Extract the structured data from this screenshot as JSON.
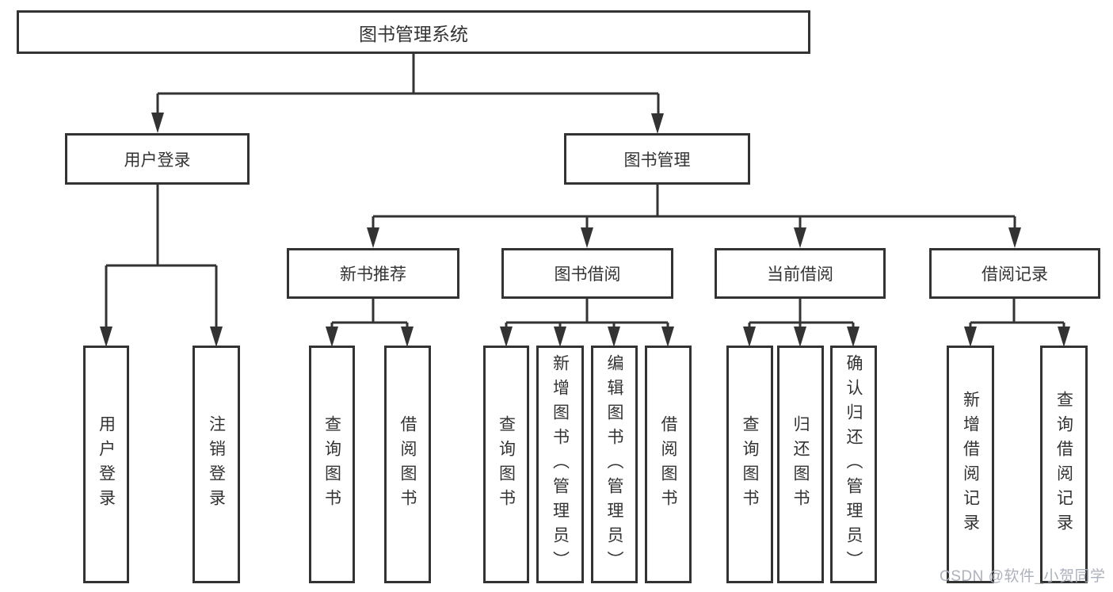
{
  "tree": {
    "label": "图书管理系统",
    "children": [
      {
        "label": "用户登录",
        "children": [
          {
            "label": "用户登录"
          },
          {
            "label": "注销登录"
          }
        ]
      },
      {
        "label": "图书管理",
        "children": [
          {
            "label": "新书推荐",
            "children": [
              {
                "label": "查询图书"
              },
              {
                "label": "借阅图书"
              }
            ]
          },
          {
            "label": "图书借阅",
            "children": [
              {
                "label": "查询图书"
              },
              {
                "label": "新增图书（管理员）"
              },
              {
                "label": "编辑图书（管理员）"
              },
              {
                "label": "借阅图书"
              }
            ]
          },
          {
            "label": "当前借阅",
            "children": [
              {
                "label": "查询图书"
              },
              {
                "label": "归还图书"
              },
              {
                "label": "确认归还（管理员）"
              }
            ]
          },
          {
            "label": "借阅记录",
            "children": [
              {
                "label": "新增借阅记录"
              },
              {
                "label": "查询借阅记录"
              }
            ]
          }
        ]
      }
    ]
  },
  "watermark": {
    "text": "CSDN @软件_小贺同学"
  },
  "colors": {
    "line": "#333333",
    "text": "#333333",
    "box_background": "#ffffff",
    "watermark": "#a8adb8"
  }
}
